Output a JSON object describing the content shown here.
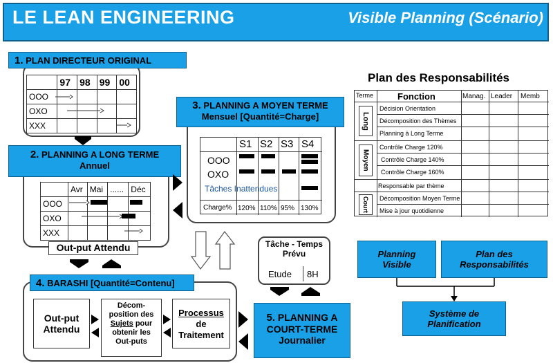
{
  "header": {
    "title": "LE LEAN ENGINEERING",
    "subtitle": "Visible Planning (Scénario)"
  },
  "step1": {
    "num": "1.",
    "title": "PLAN DIRECTEUR ORIGINAL",
    "cols": [
      "97",
      "98",
      "99",
      "00"
    ],
    "rows": [
      "OOO",
      "OXO",
      "XXX"
    ]
  },
  "step2": {
    "num": "2.",
    "title": "PLANNING A LONG TERME",
    "sub": "Annuel",
    "cols": [
      "Avr",
      "Mai",
      "......",
      "Déc"
    ],
    "rows": [
      "OOO",
      "OXO",
      "XXX"
    ],
    "output": "Out-put Attendu"
  },
  "step3": {
    "num": "3.",
    "title": "PLANNING A MOYEN TERME",
    "sub": "Mensuel [Quantité=Charge]",
    "cols": [
      "S1",
      "S2",
      "S3",
      "S4"
    ],
    "rows": [
      "OOO",
      "OXO"
    ],
    "unexpected": "Tâches Inattendues",
    "charge_label": "Charge%",
    "charges": [
      "120%",
      "110%",
      "95%",
      "130%"
    ]
  },
  "step4": {
    "num": "4.",
    "title": "BARASHI [Quantité=Contenu]",
    "box1": "Out-put Attendu",
    "box2_l1": "Décom-",
    "box2_l2": "position des",
    "box2_sujets": "Sujets",
    "box2_l3": "pour",
    "box2_l4": "obtenir les",
    "box2_l5": "Out-puts",
    "box3_l1": "Processus",
    "box3_l2": "de",
    "box3_l3": "Traitement"
  },
  "step5": {
    "num": "5.",
    "title_l1": "PLANNING A",
    "title_l2": "COURT-TERME",
    "sub": "Journalier"
  },
  "tache": {
    "title_l1": "Tâche - Temps",
    "title_l2": "Prévu",
    "label": "Etude",
    "value": "8H"
  },
  "resp": {
    "title": "Plan des Responsabilités",
    "headers": [
      "Terme",
      "Fonction",
      "Manag.",
      "Leader",
      "Memb"
    ],
    "groups": [
      {
        "term": "Long",
        "items": [
          "Décision Orientation",
          "Décomposition des Thèmes",
          "Planning à Long Terme"
        ]
      },
      {
        "term": "Moyen",
        "items": [
          "Contrôle Charge 120%",
          "Contrôle Charge 140%",
          "Contrôle Charge 160%"
        ]
      },
      {
        "term": "",
        "items": [
          "Responsable par thème"
        ]
      },
      {
        "term": "Court",
        "items": [
          "Décomposition Moyen Terme",
          "Mise à jour quotidienne"
        ]
      }
    ]
  },
  "flow": {
    "a": "Planning Visible",
    "b": "Plan des Responsabilités",
    "c": "Système de Planification"
  }
}
